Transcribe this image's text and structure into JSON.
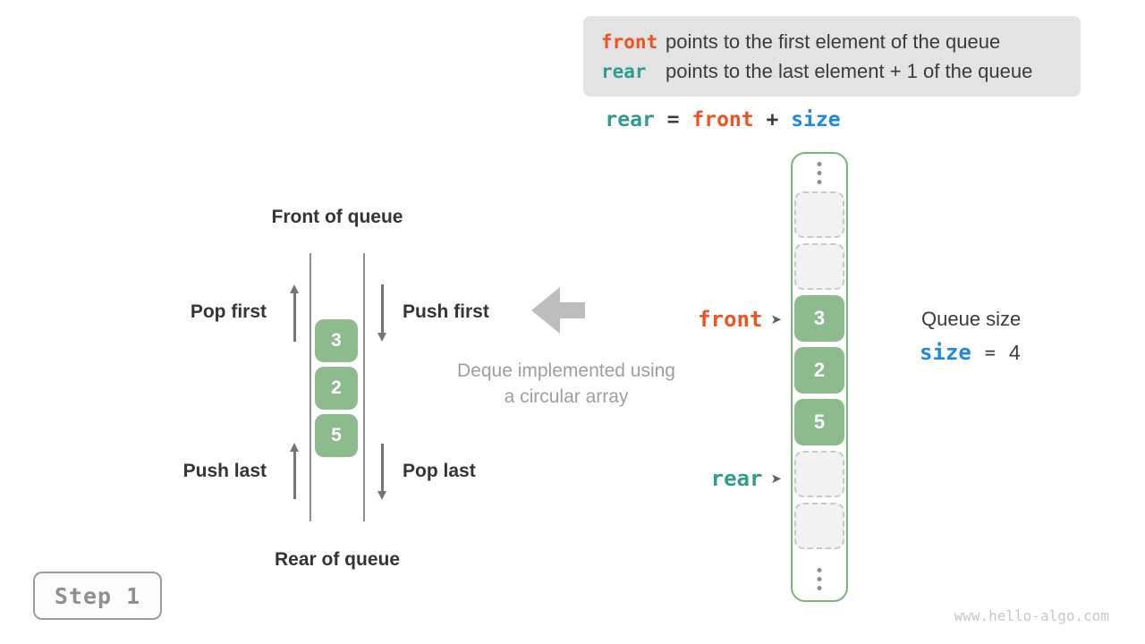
{
  "colors": {
    "front_orange": "#f4511e",
    "rear_teal": "#2f9c8e",
    "size_blue": "#1e88e5",
    "cell_green": "#8dbb8d",
    "array_border_green": "#79b579",
    "legend_bg": "#e3e3e3"
  },
  "icons": {
    "pointer_arrow": "➤"
  },
  "legend": {
    "lines": [
      {
        "keyword": "front",
        "text": "points to the first element of the queue"
      },
      {
        "keyword": "rear",
        "text": "points to the last element + 1 of the queue"
      }
    ]
  },
  "formula": {
    "lhs": "rear",
    "eq": "=",
    "rhs_a": "front",
    "plus": "+",
    "rhs_b": "size"
  },
  "left_diagram": {
    "front_label": "Front of queue",
    "rear_label": "Rear of queue",
    "pop_first": "Pop first",
    "push_first": "Push first",
    "push_last": "Push last",
    "pop_last": "Pop last",
    "values": [
      "3",
      "2",
      "5"
    ]
  },
  "center": {
    "caption_line1": "Deque implemented using",
    "caption_line2": "a circular array"
  },
  "array": {
    "front_pointer": "front",
    "rear_pointer": "rear",
    "cells": [
      {
        "css": "cell dashed",
        "value": ""
      },
      {
        "css": "cell dashed",
        "value": ""
      },
      {
        "css": "cell filled",
        "value": "3"
      },
      {
        "css": "cell filled",
        "value": "2"
      },
      {
        "css": "cell filled",
        "value": "5"
      },
      {
        "css": "cell dashed",
        "value": ""
      },
      {
        "css": "cell dashed",
        "value": ""
      }
    ]
  },
  "queue_size": {
    "title": "Queue size",
    "var": "size",
    "eq": "=",
    "value": "4"
  },
  "step_badge": "Step 1",
  "watermark": "www.hello-algo.com"
}
